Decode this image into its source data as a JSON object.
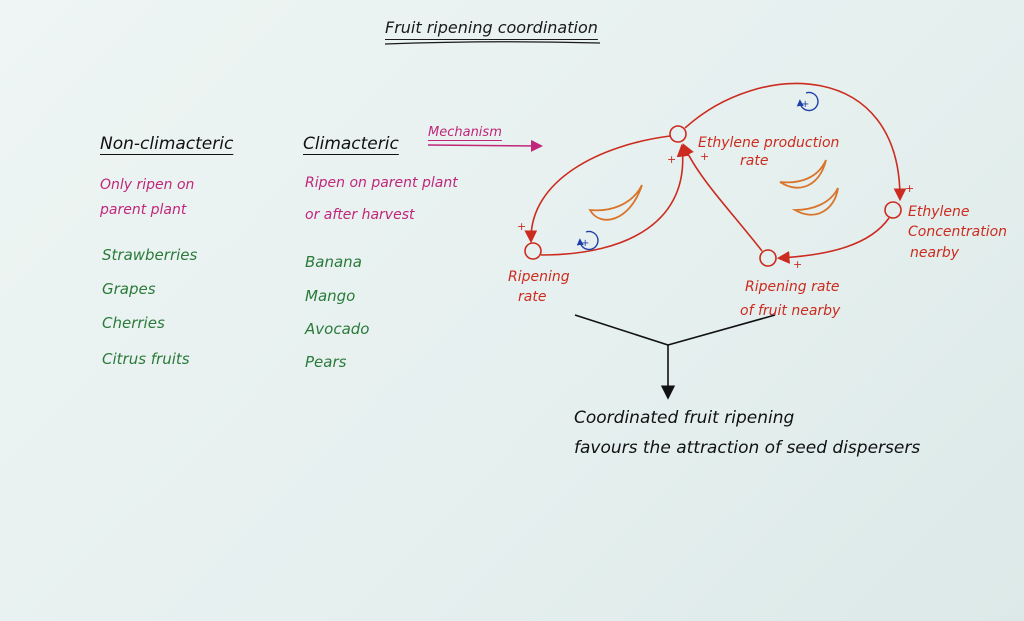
{
  "title": "Fruit ripening coordination",
  "non_climacteric": {
    "heading": "Non-climacteric",
    "desc_line1": "Only ripen on",
    "desc_line2": "parent plant",
    "examples": [
      "Strawberries",
      "Grapes",
      "Cherries",
      "Citrus fruits"
    ]
  },
  "climacteric": {
    "heading": "Climacteric",
    "desc_line1": "Ripen on parent plant",
    "desc_line2": "or after harvest",
    "examples": [
      "Banana",
      "Mango",
      "Avocado",
      "Pears"
    ]
  },
  "mechanism_label": "Mechanism",
  "loop_diagram": {
    "nodes": {
      "ethylene_production": [
        "Ethylene production",
        "rate"
      ],
      "ripening_rate": [
        "Ripening",
        "rate"
      ],
      "ripening_rate_nearby": [
        "Ripening rate",
        "of fruit nearby"
      ],
      "ethylene_concentration": [
        "Ethylene",
        "Concentration",
        "nearby"
      ]
    },
    "polarity_sign": "+",
    "loop_sign": "+"
  },
  "conclusion": {
    "line1": "Coordinated fruit ripening",
    "line2": "favours the attraction of seed dispersers"
  },
  "colors": {
    "red": "#cc2b1f",
    "magenta": "#c0267a",
    "green": "#2a7a3a",
    "blue": "#1f3fa8",
    "orange": "#d9742a",
    "ink": "#111111"
  }
}
